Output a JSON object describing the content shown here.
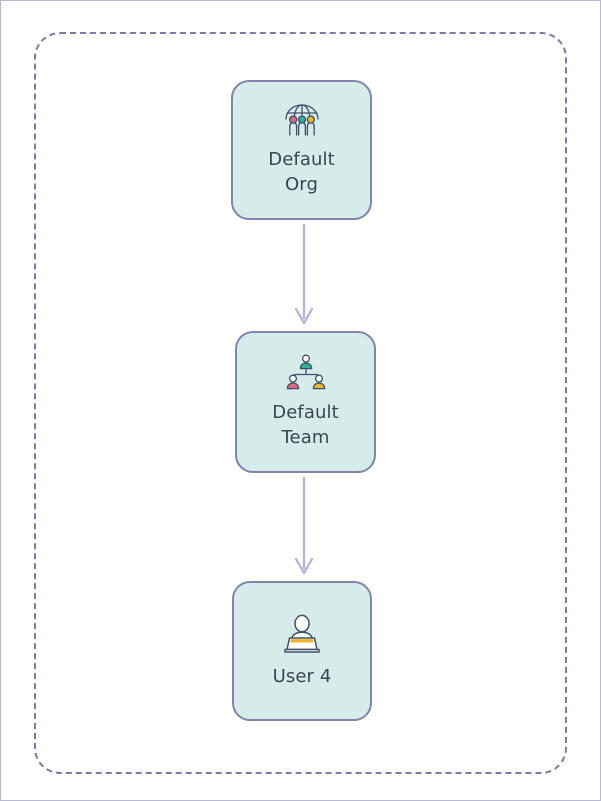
{
  "diagram": {
    "type": "hierarchy-flow",
    "background_color": "#ffffff",
    "group": {
      "name": "dashed-group-container",
      "border_color": "#7b7ba8",
      "border_style": "dashed"
    },
    "node_fill_color": "#d5ecea",
    "node_border_color": "#8383ac",
    "label_color": "#3b4652",
    "edge_color": "#b0b0dc",
    "nodes": [
      {
        "id": "org",
        "label": "Default\nOrg",
        "icon": "globe-people-icon",
        "icon_colors": [
          "#e8657f",
          "#2eb39a",
          "#f0b429"
        ]
      },
      {
        "id": "team",
        "label": "Default\nTeam",
        "icon": "team-hierarchy-icon",
        "icon_colors": [
          "#2eb39a",
          "#e8657f",
          "#f0b429"
        ]
      },
      {
        "id": "user",
        "label": "User 4",
        "icon": "user-laptop-icon",
        "icon_colors": [
          "#f0b429"
        ]
      }
    ],
    "edges": [
      {
        "id": "org-to-team",
        "from": "org",
        "to": "team",
        "arrow": "down"
      },
      {
        "id": "team-to-user",
        "from": "team",
        "to": "user",
        "arrow": "down"
      }
    ]
  }
}
